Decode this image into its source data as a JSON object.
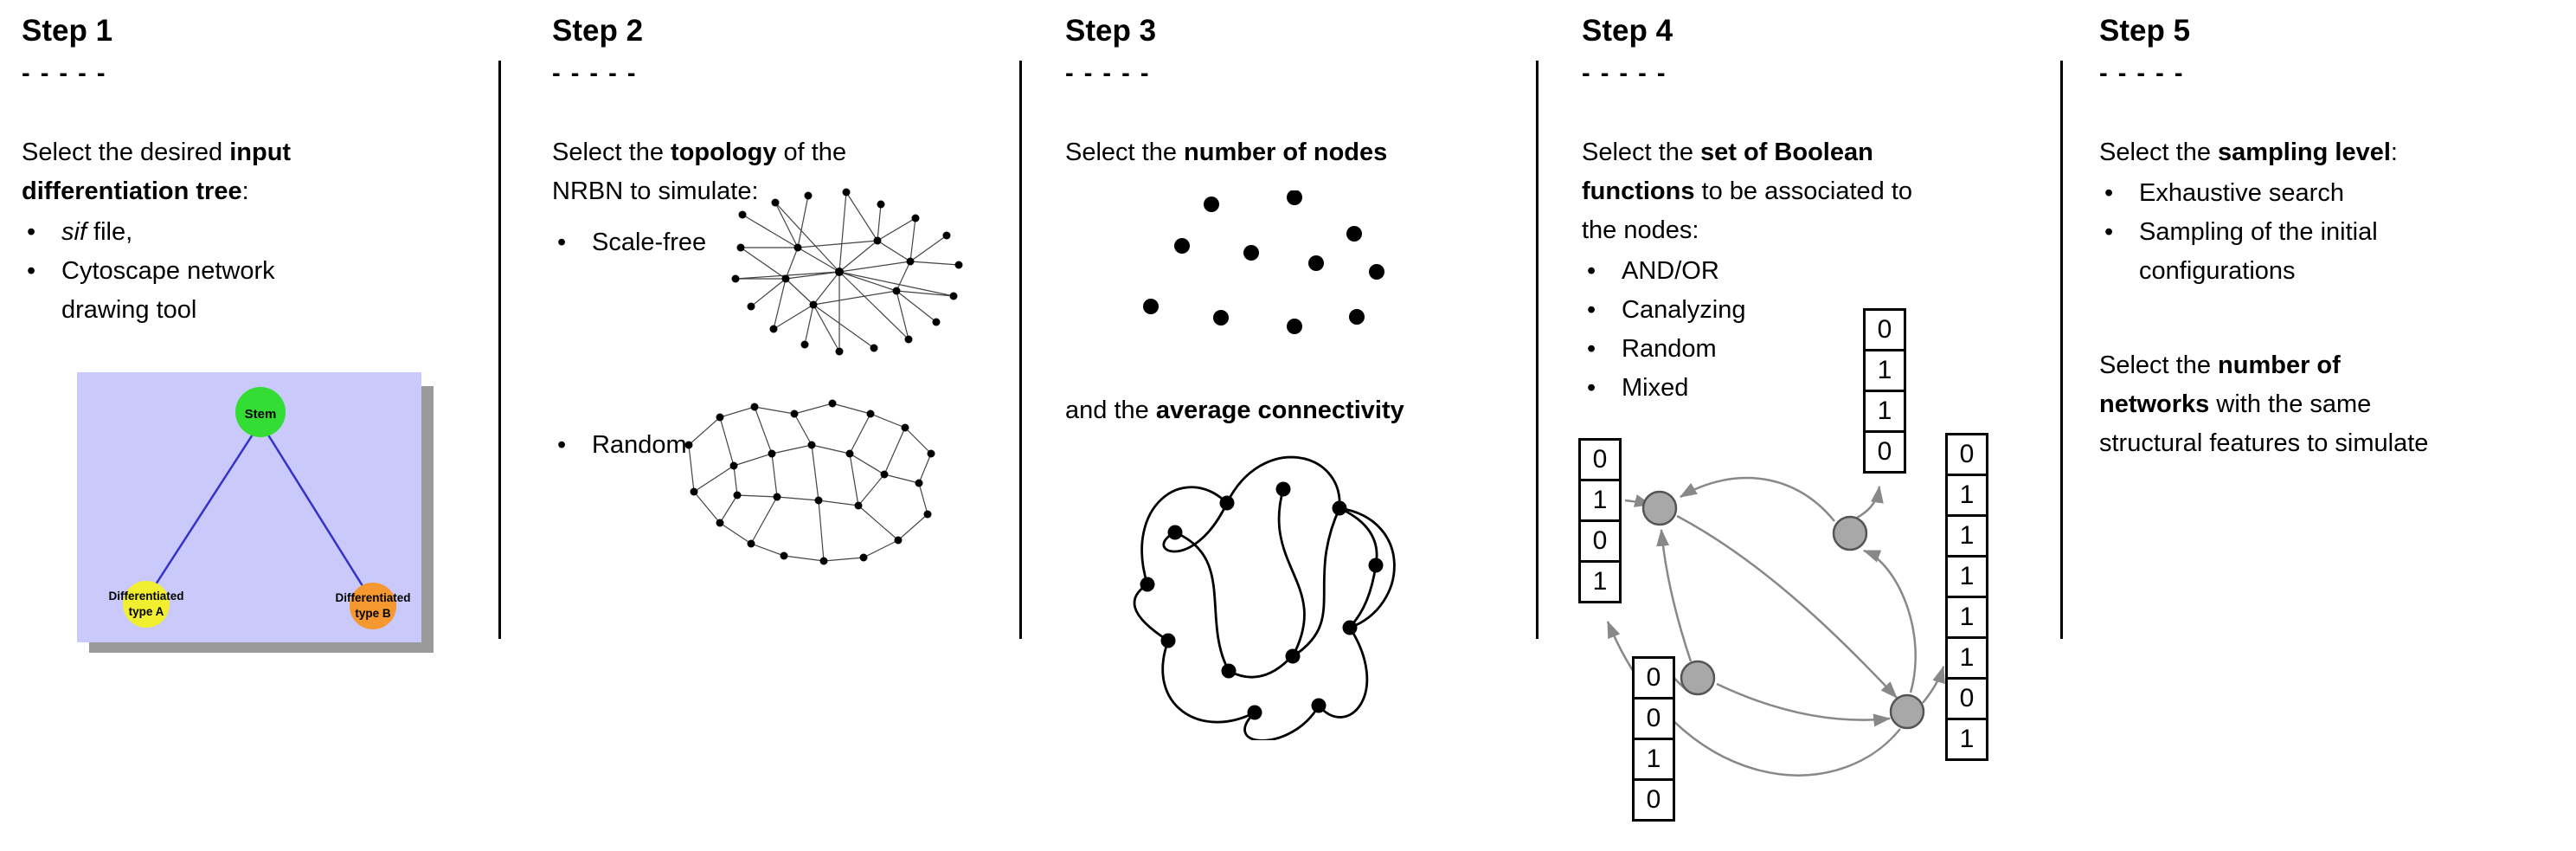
{
  "figure": {
    "steps": [
      {
        "title": "Step 1",
        "dashes": "- - - - -",
        "desc": {
          "pre": "Select the desired ",
          "bold": "input\ndifferentiation tree",
          "post": ":"
        },
        "bullets": [
          {
            "italic": "sif",
            "text": " file,"
          },
          {
            "text": "Cytoscape network\ndrawing tool"
          }
        ],
        "tree": {
          "root_label": "Stem",
          "left_label_line1": "Differentiated",
          "left_label_line2": "type A",
          "right_label_line1": "Differentiated",
          "right_label_line2": "type B"
        }
      },
      {
        "title": "Step 2",
        "dashes": "- - - - -",
        "desc": {
          "pre": "Select the ",
          "bold": "topology",
          "post": " of the\nNRBN to simulate:"
        },
        "bullets": [
          {
            "text": "Scale-free"
          },
          {
            "text": "Random"
          }
        ]
      },
      {
        "title": "Step 3",
        "dashes": "- - - - -",
        "desc": {
          "pre": "Select the ",
          "bold": "number of nodes",
          "post": ""
        },
        "desc2": {
          "pre": "and the ",
          "bold": "average connectivity",
          "post": ""
        }
      },
      {
        "title": "Step 4",
        "dashes": "- - - - -",
        "desc": {
          "pre": "Select the ",
          "bold": "set of Boolean\nfunctions",
          "post": " to be associated to\nthe nodes:"
        },
        "bullets": [
          {
            "text": "AND/OR"
          },
          {
            "text": "Canalyzing"
          },
          {
            "text": "Random"
          },
          {
            "text": "Mixed"
          }
        ],
        "truth_tables": {
          "left": [
            "0",
            "1",
            "0",
            "1"
          ],
          "top": [
            "0",
            "1",
            "1",
            "0"
          ],
          "right": [
            "0",
            "1",
            "1",
            "1",
            "1",
            "1",
            "0",
            "1"
          ],
          "bottom": [
            "0",
            "0",
            "1",
            "0"
          ]
        }
      },
      {
        "title": "Step 5",
        "dashes": "- - - - -",
        "desc": {
          "pre": "Select the ",
          "bold": "sampling level",
          "post": ":"
        },
        "bullets": [
          {
            "text": "Exhaustive search"
          },
          {
            "text": "Sampling of the initial\nconfigurations"
          }
        ],
        "desc2": {
          "pre": "Select the ",
          "bold": "number of\nnetworks",
          "post": " with the same\nstructural features to simulate"
        }
      }
    ],
    "colors": {
      "stem_node": "#33dd33",
      "stem_node_border": "#229922",
      "type_a_node": "#f2ee30",
      "type_a_node_border": "#b9b92a",
      "type_b_node": "#f5982f",
      "type_b_node_border": "#c07020",
      "tree_background": "#c9c9fb",
      "tree_shadow": "#9a9a9a",
      "tree_edge": "#3333cc",
      "boolean_node": "#a8a8a8",
      "boolean_node_border": "#555555",
      "arrow": "#888888"
    }
  }
}
